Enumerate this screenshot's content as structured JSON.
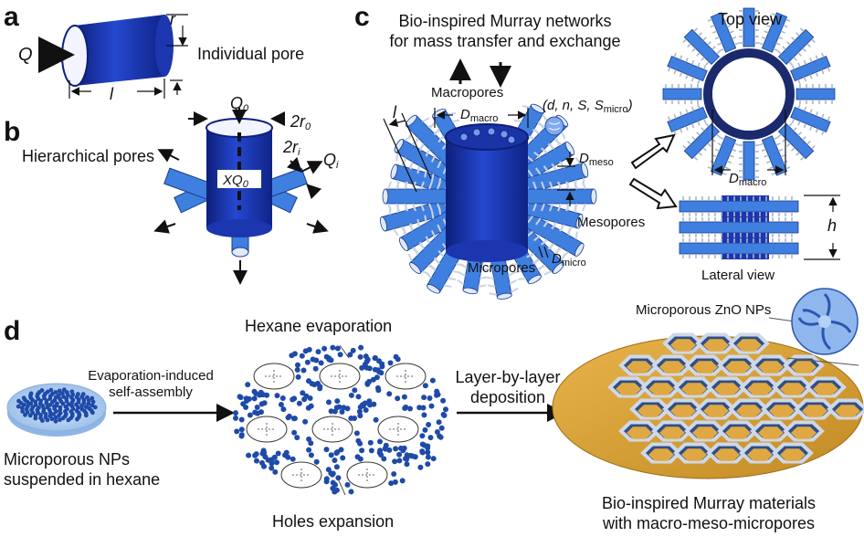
{
  "panels": {
    "a": "a",
    "b": "b",
    "c": "c",
    "d": "d"
  },
  "panel_a": {
    "flow": "Q",
    "radius": "r",
    "length": "l",
    "caption": "Individual pore"
  },
  "panel_b": {
    "caption": "Hierarchical pores",
    "q0": "Q",
    "q0_sub": "0",
    "r0": "2r",
    "r0_sub": "0",
    "ri": "2r",
    "ri_sub": "i",
    "qi": "Q",
    "qi_sub": "i",
    "xq0": "XQ",
    "xq0_sub": "0"
  },
  "panel_c": {
    "title_line1": "Bio-inspired Murray networks",
    "title_line2": "for mass transfer and exchange",
    "macropores": "Macropores",
    "params": "(d, n, S, S",
    "params_sub": "micro",
    "params_end": ")",
    "l": "l",
    "d_macro": "D",
    "d_macro_sub": "macro",
    "d_meso": "D",
    "d_meso_sub": "meso",
    "mesopores": "Mesopores",
    "micropores": "Micropores",
    "d_micro": "D",
    "d_micro_sub": "micro",
    "top_view": "Top view",
    "d_macro2": "D",
    "d_macro2_sub": "macro",
    "h": "h",
    "lateral_view": "Lateral view"
  },
  "panel_d": {
    "evap_line1": "Evaporation-induced",
    "evap_line2": "self-assembly",
    "np_line1": "Microporous NPs",
    "np_line2": "suspended in hexane",
    "hexane": "Hexane evaporation",
    "holes": "Holes expansion",
    "lbl_line1": "Layer-by-layer",
    "lbl_line2": "deposition",
    "zno": "Microporous ZnO NPs",
    "final_line1": "Bio-inspired Murray materials",
    "final_line2": "with macro-meso-micropores"
  },
  "colors": {
    "pore_blue": "#1c36b0",
    "branch_blue": "#3f7fe0",
    "bead_blue": "#1e4aa8",
    "gold": "#d9a23a",
    "light_blue": "#a9c9f0"
  }
}
